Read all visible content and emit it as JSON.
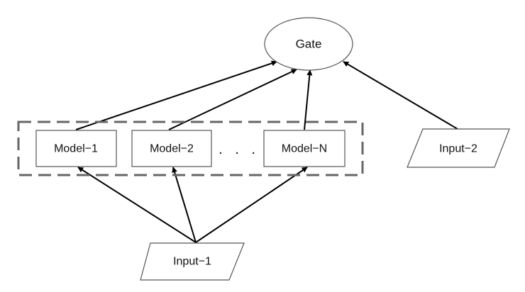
{
  "nodes": {
    "gate": "Gate",
    "model_1": "Model−1",
    "model_2": "Model−2",
    "ellipsis": ". . .",
    "model_n": "Model−N",
    "input_1": "Input−1",
    "input_2": "Input−2"
  },
  "edges": [
    {
      "from": "model_1",
      "to": "gate"
    },
    {
      "from": "model_2",
      "to": "gate"
    },
    {
      "from": "model_n",
      "to": "gate"
    },
    {
      "from": "input_2",
      "to": "gate"
    },
    {
      "from": "input_1",
      "to": "model_1"
    },
    {
      "from": "input_1",
      "to": "model_2"
    },
    {
      "from": "input_1",
      "to": "model_n"
    }
  ],
  "colors": {
    "stroke": "#555555",
    "edge": "#000000",
    "group_border": "#666666"
  }
}
